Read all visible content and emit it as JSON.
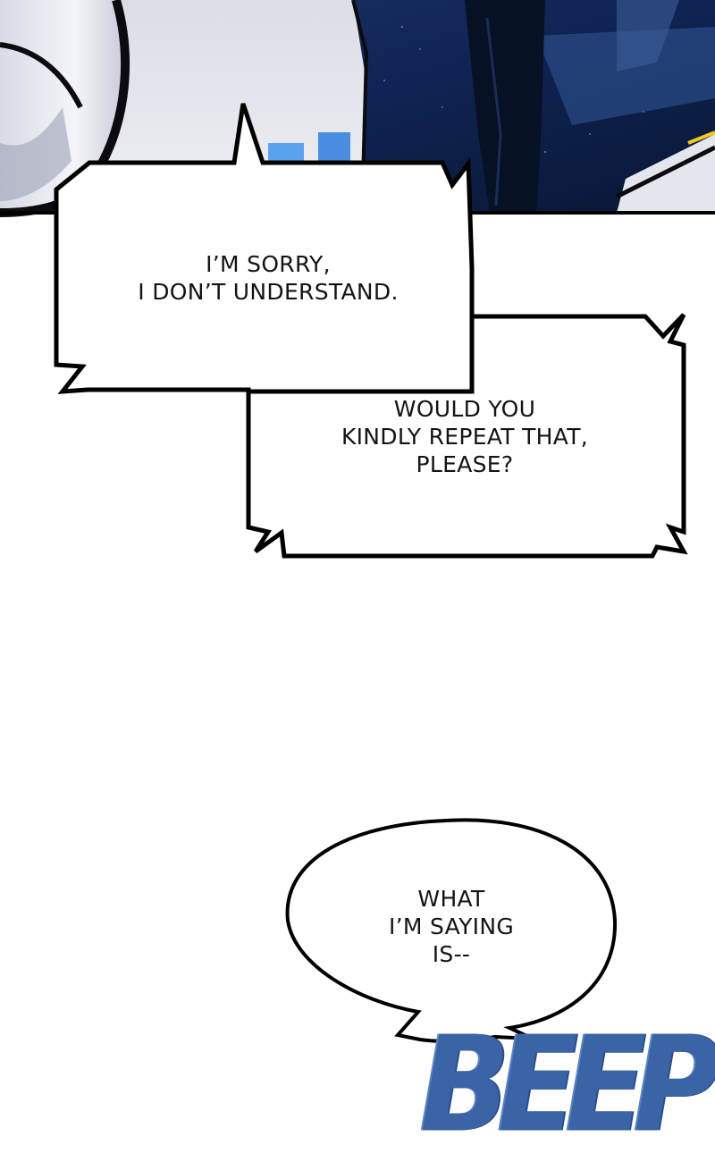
{
  "panels": [
    {
      "id": "top-art",
      "lines": []
    }
  ],
  "bubbles": [
    {
      "id": "sorry",
      "lines": [
        "I’M SORRY,",
        "I DON’T UNDERSTAND."
      ]
    },
    {
      "id": "repeat",
      "lines": [
        "WOULD YOU",
        "KINDLY REPEAT THAT,",
        "PLEASE?"
      ]
    },
    {
      "id": "saying",
      "lines": [
        "WHAT",
        "I’M SAYING",
        "IS--"
      ]
    }
  ],
  "sfx": {
    "text": "BEEP",
    "color": "#3a64a6"
  },
  "colors": {
    "night_blue": "#0c1a3c",
    "suit": "#071124",
    "armor_white": "#ecedf2",
    "ink": "#141414"
  }
}
